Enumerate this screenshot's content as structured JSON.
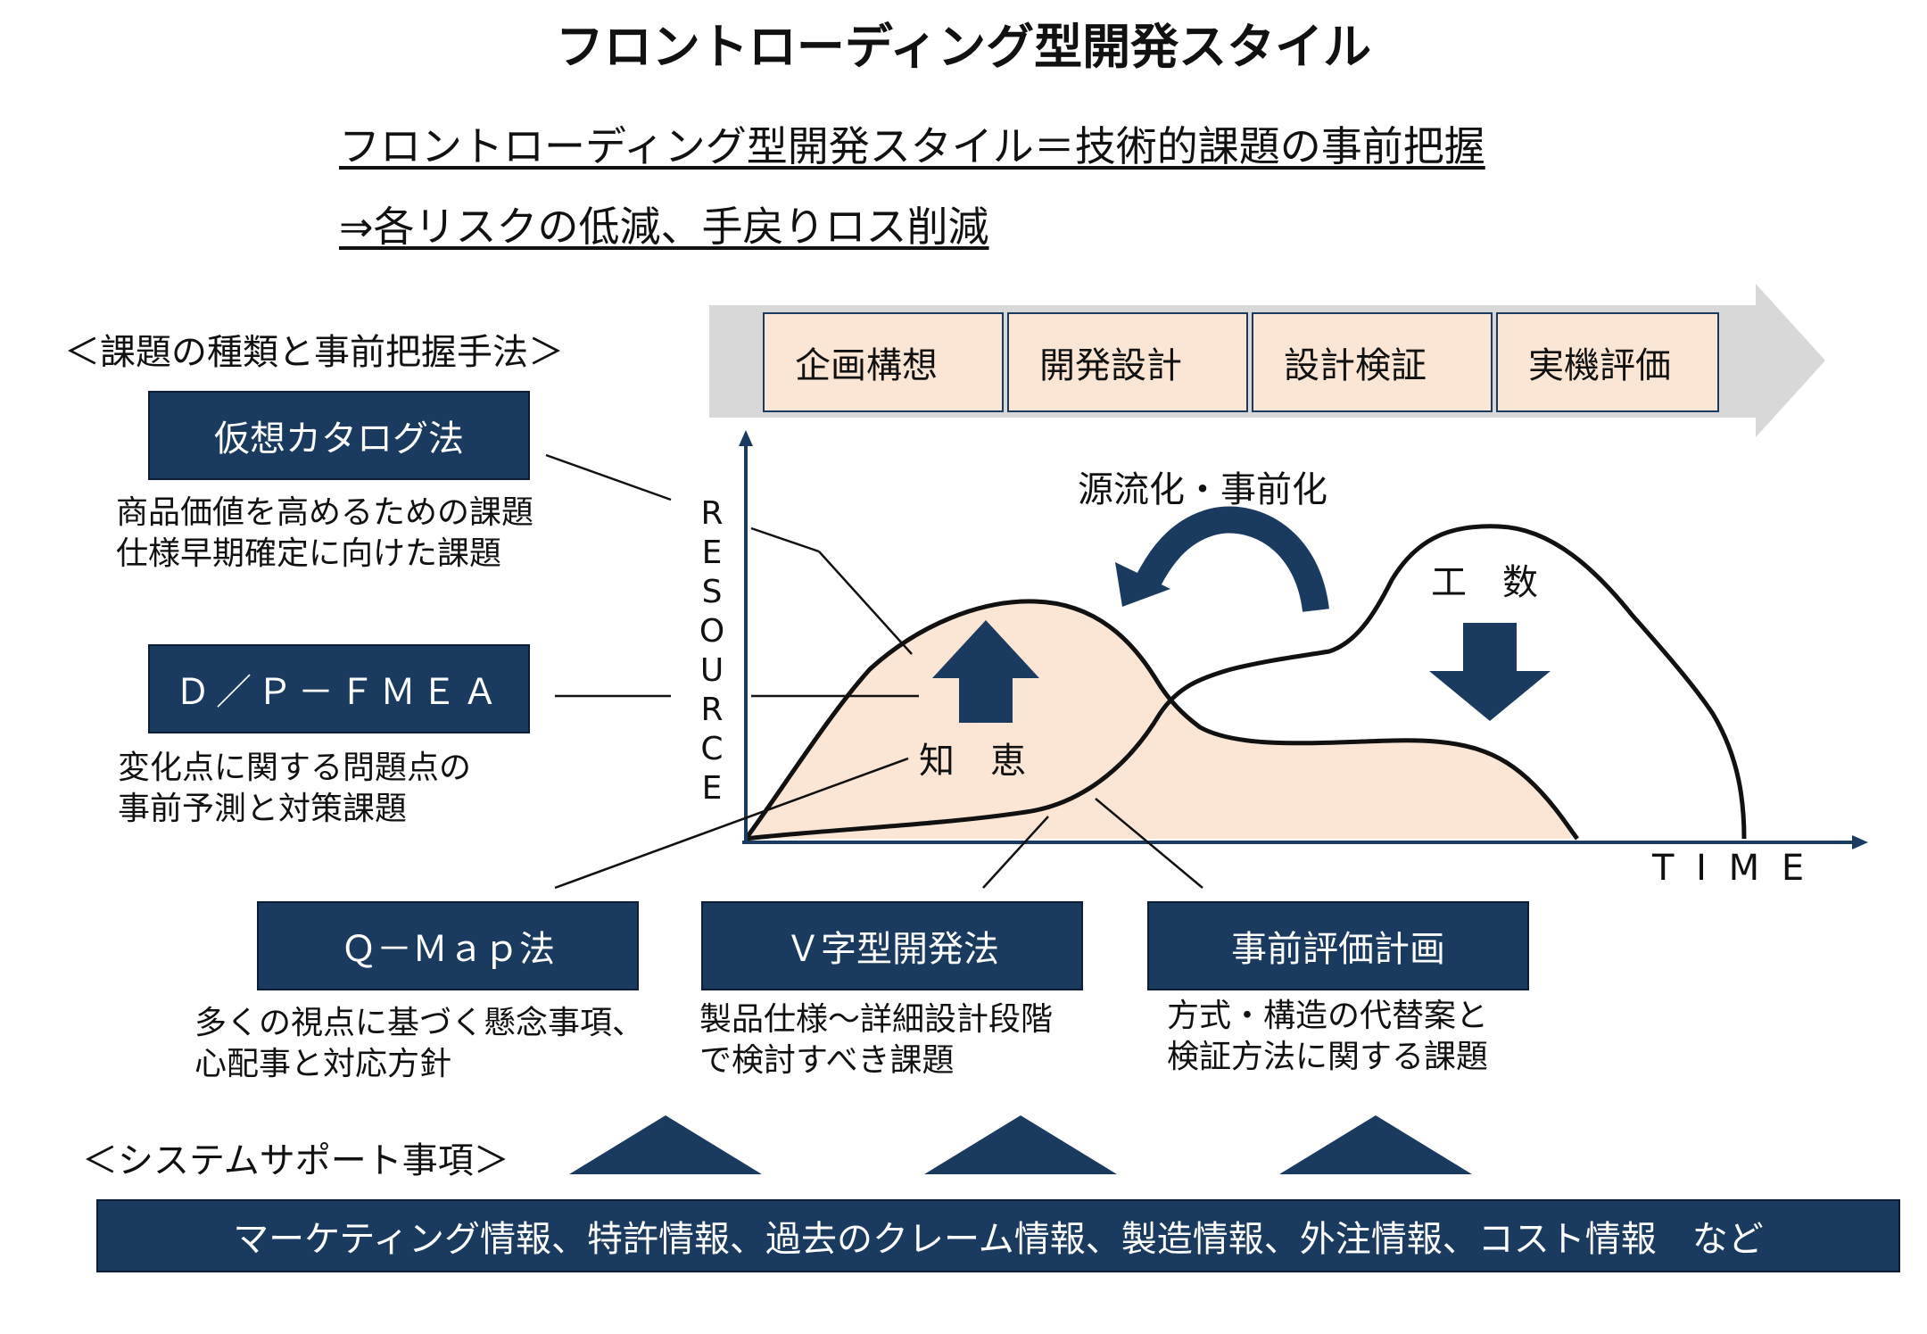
{
  "title": "フロントローディング型開発スタイル",
  "subtitle_line1": "フロントローディング型開発スタイル＝技術的課題の事前把握",
  "subtitle_line2": "⇒各リスクの低減、手戻りロス削減",
  "section_methods": "＜課題の種類と事前把握手法＞",
  "section_system": "＜システムサポート事項＞",
  "phases": [
    "企画構想",
    "開発設計",
    "設計検証",
    "実機評価"
  ],
  "methods": {
    "virtual_catalog": {
      "label": "仮想カタログ法",
      "desc": [
        "商品価値を高めるための課題",
        "仕様早期確定に向けた課題"
      ]
    },
    "fmea": {
      "label": "Ｄ／Ｐ－ＦＭＥＡ",
      "desc": [
        "変化点に関する問題点の",
        "事前予測と対策課題"
      ]
    },
    "qmap": {
      "label": "Ｑ－Ｍａｐ法",
      "desc": [
        "多くの視点に基づく懸念事項、",
        "心配事と対応方針"
      ]
    },
    "vmodel": {
      "label": "Ｖ字型開発法",
      "desc": [
        "製品仕様～詳細設計段階",
        "で検討すべき課題"
      ]
    },
    "pre_eval": {
      "label": "事前評価計画",
      "desc": [
        "方式・構造の代替案と",
        "検証方法に関する課題"
      ]
    }
  },
  "chart": {
    "y_axis_label": "RESOURCE",
    "x_axis_label": "T I M E",
    "knowledge_label": "知　恵",
    "workload_label": "工　数",
    "shift_label": "源流化・事前化"
  },
  "system_support": "マーケティング情報、特許情報、過去のクレーム情報、製造情報、外注情報、コスト情報　など",
  "colors": {
    "navy": "#1b3a60",
    "peach": "#fbe6d6",
    "gray_arrow": "#d8d8d8"
  }
}
